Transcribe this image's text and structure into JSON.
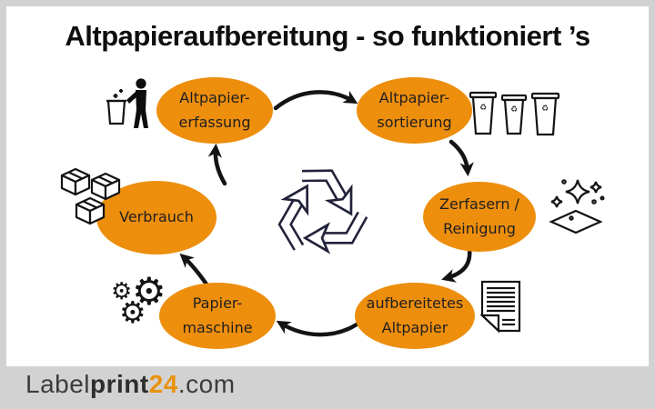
{
  "header": {
    "title": "Altpapieraufbereitung - so funktioniert ’s"
  },
  "colors": {
    "ellipse_orange": "#ED8E0D",
    "frame_gray": "#D2D2D2",
    "ink_black": "#141414",
    "recycle_navy": "#22223A",
    "logo_orange": "#E8920E"
  },
  "diagram": {
    "center_icon": "recycling-symbol-icon",
    "steps": [
      {
        "name": "altpapier-erfassung",
        "lines": [
          "Altpapier-",
          "erfassung"
        ],
        "icon": "litter-disposal-icon"
      },
      {
        "name": "altpapier-sortierung",
        "lines": [
          "Altpapier-",
          "sortierung"
        ],
        "icon": "waste-bins-icon"
      },
      {
        "name": "zerfasern-reinigung",
        "lines": [
          "Zerfasern /",
          "Reinigung"
        ],
        "icon": "cleaning-sparkles-icon"
      },
      {
        "name": "aufbereitetes-altpapier",
        "lines": [
          "aufbereitetes",
          "Altpapier"
        ],
        "icon": "paper-sheet-icon"
      },
      {
        "name": "papiermaschine",
        "lines": [
          "Papier-",
          "maschine"
        ],
        "icon": "gears-icon"
      },
      {
        "name": "verbrauch",
        "lines": [
          "Verbrauch"
        ],
        "icon": "shipping-boxes-icon"
      }
    ]
  },
  "icons": {
    "gear_glyph": "⚙",
    "bin_recycle_glyph": "♻"
  },
  "footer": {
    "logo": {
      "label": "Label",
      "print": "print",
      "num": "24",
      "tld": ".com"
    }
  }
}
